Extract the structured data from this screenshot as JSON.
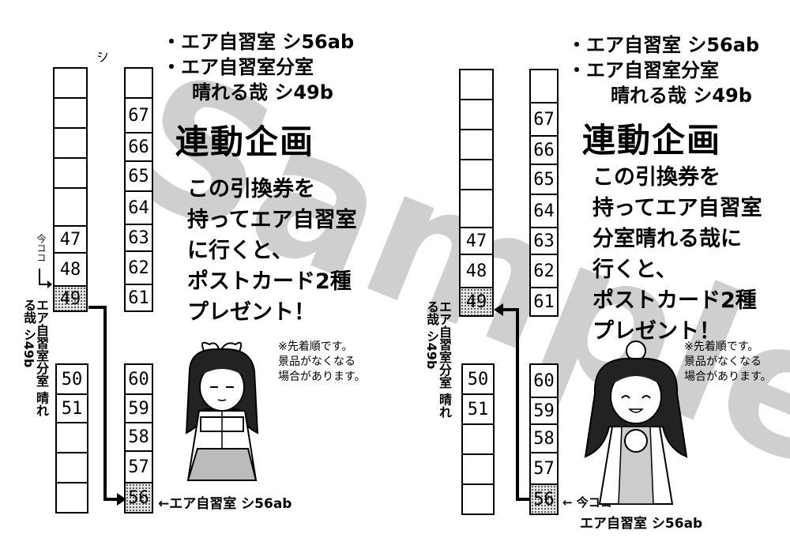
{
  "watermark": "Sample",
  "left": {
    "header_line1": "・エア自習室 シ56ab",
    "header_line2": "・エア自習室分室",
    "header_line3": "晴れる哉 シ49b",
    "title": "連動企画",
    "body": [
      "この引換券を",
      "持ってエア自習室",
      "に行くと、",
      "ポストカード2種",
      "プレゼント！"
    ],
    "note": [
      "※先着順です。",
      "景品がなくなる",
      "場合があります。"
    ],
    "vertical_label": "エア自習室分室 晴れる哉 シ49b",
    "here_label": "今ココ",
    "bottom_label": "←エア自習室 シ56ab",
    "shi_mark": "シ",
    "col_a_top": [
      "",
      "",
      "",
      "",
      "",
      "47",
      "48",
      "49"
    ],
    "col_a_bottom": [
      "50",
      "51",
      "",
      "",
      ""
    ],
    "col_b_top": [
      "",
      "67",
      "66",
      "65",
      "64",
      "63",
      "62",
      "61"
    ],
    "col_b_bottom": [
      "60",
      "59",
      "58",
      "57",
      "56"
    ]
  },
  "right": {
    "header_line1": "・エア自習室 シ56ab",
    "header_line2": "・エア自習室分室",
    "header_line3": "晴れる哉 シ49b",
    "title": "連動企画",
    "body": [
      "この引換券を",
      "持ってエア自習室",
      "分室晴れる哉に",
      "行くと、",
      "ポストカード2種",
      "プレゼント！"
    ],
    "note": [
      "※先着順です。",
      "景品がなくなる",
      "場合があります。"
    ],
    "vertical_label": "エア自習室分室 晴れる哉 シ49b",
    "bottom_label_arrow": "← 今ココ",
    "bottom_label": "エア自習室 シ56ab",
    "col_a_top": [
      "",
      "",
      "",
      "",
      "",
      "47",
      "48",
      "49"
    ],
    "col_a_bottom": [
      "50",
      "51",
      "",
      "",
      ""
    ],
    "col_b_top": [
      "",
      "67",
      "66",
      "65",
      "64",
      "63",
      "62",
      "61"
    ],
    "col_b_bottom": [
      "60",
      "59",
      "58",
      "57",
      "56"
    ]
  }
}
